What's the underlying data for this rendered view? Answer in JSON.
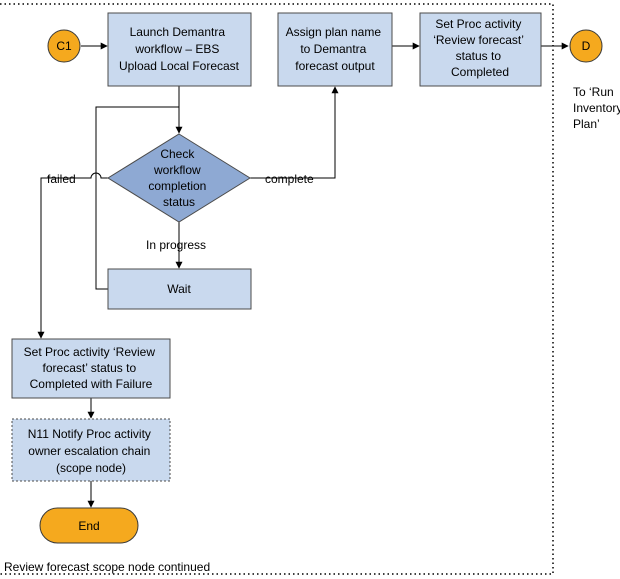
{
  "colors": {
    "box_fill": "#c9d9ee",
    "box_stroke": "#4b4b4b",
    "diamond_fill": "#8ea9d3",
    "connector_fill": "#f5a91e",
    "connector_stroke": "#3a3a3a",
    "line": "#000000",
    "dotted_border": "#000000"
  },
  "nodes": {
    "c1": "C1",
    "launch": [
      "Launch Demantra",
      "workflow – EBS",
      "Upload Local Forecast"
    ],
    "assign": [
      "Assign plan name",
      "to Demantra",
      "forecast output"
    ],
    "set_completed": [
      "Set Proc activity",
      "‘Review forecast’",
      "status to",
      "Completed"
    ],
    "d": "D",
    "to_run": [
      "To ‘Run",
      "Inventory",
      "Plan’"
    ],
    "check": [
      "Check",
      "workflow",
      "completion",
      "status"
    ],
    "wait": "Wait",
    "set_failure": [
      "Set Proc activity ‘Review",
      "forecast’ status to",
      "Completed with Failure"
    ],
    "notify": [
      "N11 Notify Proc activity",
      "owner escalation chain",
      "(scope node)"
    ],
    "end": "End"
  },
  "labels": {
    "failed": "failed",
    "complete": "complete",
    "in_progress": "In progress"
  },
  "footer": "Review forecast scope node continued"
}
